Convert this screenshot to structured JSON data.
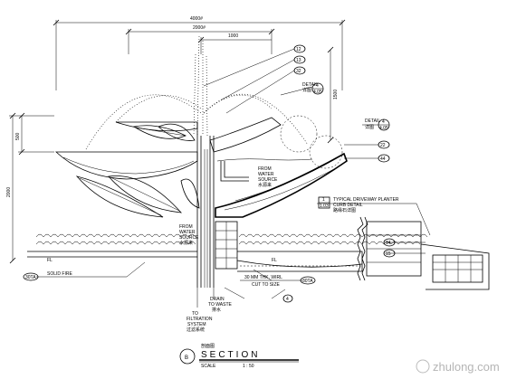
{
  "dimensions": {
    "overall_width": "4000#",
    "center_width": "2000#",
    "inner_width": "1000",
    "right_height": "1500",
    "left_height_small": "500",
    "left_height_total": "2000"
  },
  "callouts": {
    "c1": "12",
    "c2": "13",
    "c3": "32",
    "c4": "22",
    "c5": "44",
    "c6": "14",
    "c7": "15",
    "c8": "4",
    "detail_a_top": "4",
    "detail_a_bottom": "4.05",
    "detail_b_top": "4",
    "detail_b_bottom": "4.05",
    "planter_top": "1",
    "planter_bottom": "1.03",
    "section_letter": "B"
  },
  "labels": {
    "detail_a_line1": "DETAIL",
    "detail_a_line2": "详图",
    "detail_b_line1": "DETAIL",
    "detail_b_line2": "详图",
    "water_source_upper_1": "FROM",
    "water_source_upper_2": "WATER",
    "water_source_upper_3": "SOURCE",
    "water_source_upper_4": "水源来",
    "water_source_lower_1": "FROM",
    "water_source_lower_2": "WATER",
    "water_source_lower_3": "SOURCE",
    "water_source_lower_4": "水源来",
    "planter_1": "TYPICAL DRIVEWAY PLANTER",
    "planter_2": "CURB DETAIL",
    "planter_3": "路缘石详图",
    "soil_fire": "SOLID FIRE",
    "soil_tag": "30TA",
    "mm_note_1": "30 MM THK. WIRL",
    "mm_note_2": "CUT TO SIZE",
    "mm_tag": "30TA",
    "drain_1": "DRAIN",
    "drain_2": "TO WASTE",
    "drain_3": "排水",
    "filtration_1": "TO",
    "filtration_2": "FILTRATION",
    "filtration_3": "SYSTEM",
    "filtration_4": "过滤系统",
    "fl_left": "FL",
    "fl_right": "FL",
    "section_cn": "剖面图",
    "section_title": "SECTION",
    "scale_label": "SCALE",
    "scale_value": "1 : 50",
    "watermark": "zhulong.com"
  }
}
